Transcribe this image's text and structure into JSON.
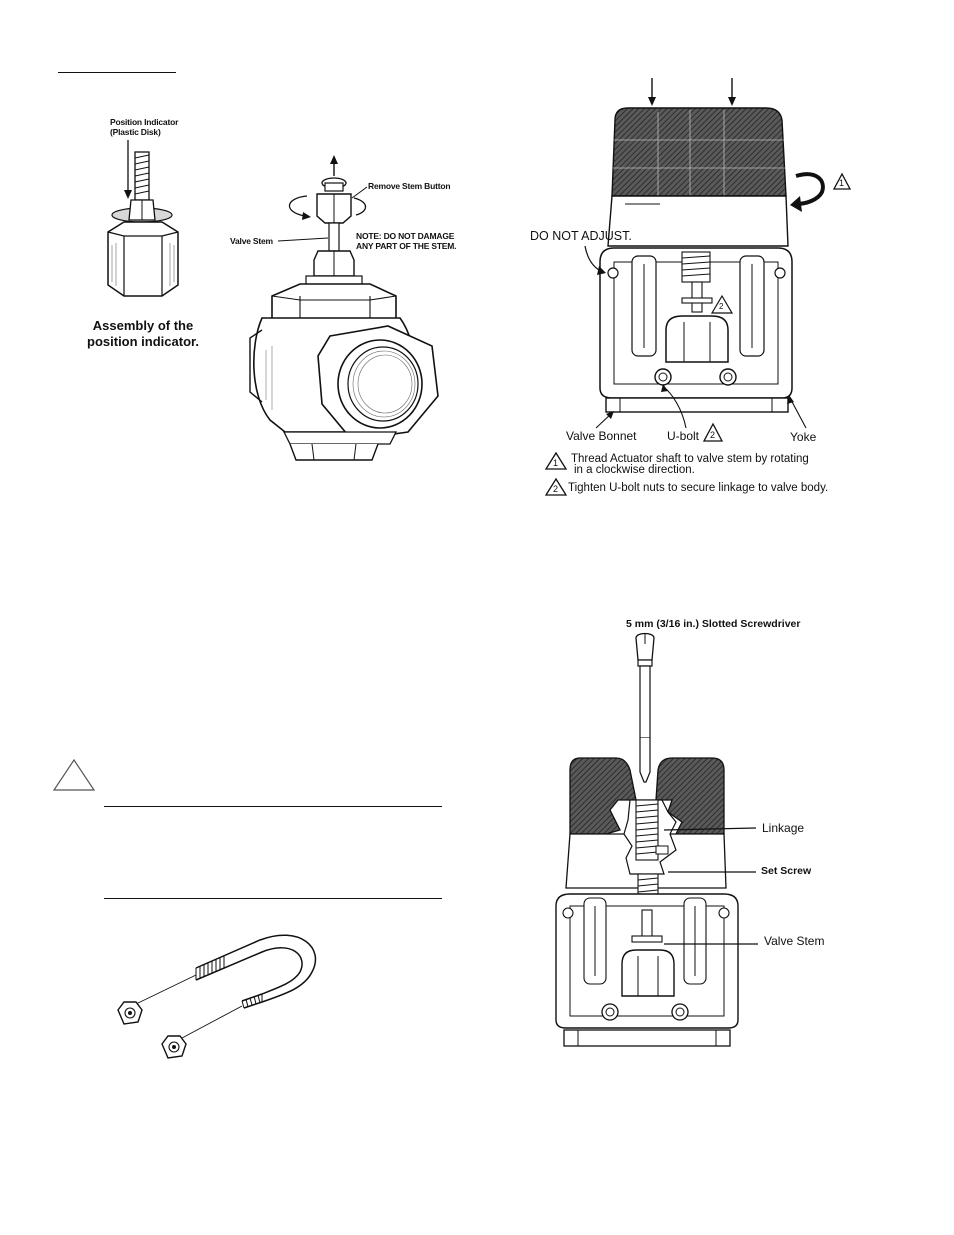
{
  "fig_pos_indicator": {
    "label_line1": "Position Indicator",
    "label_line2": "(Plastic Disk)",
    "caption_line1": "Assembly of the",
    "caption_line2": "position indicator."
  },
  "fig_valve": {
    "remove_stem_button": "Remove Stem Button",
    "valve_stem": "Valve Stem",
    "note_line1": "NOTE: DO NOT DAMAGE",
    "note_line2": "ANY PART OF THE STEM."
  },
  "fig_actuator": {
    "do_not_adjust": "DO NOT ADJUST.",
    "valve_bonnet": "Valve Bonnet",
    "u_bolt": "U-bolt",
    "yoke": "Yoke",
    "mark_1": "1",
    "mark_2": "2",
    "note1_line1": "Thread Actuator shaft to valve stem by rotating",
    "note1_line2": "in a clockwise direction.",
    "note2": "Tighten U-bolt nuts to secure linkage to valve body."
  },
  "fig_screwdriver": {
    "screwdriver": "5 mm (3/16 in.) Slotted Screwdriver",
    "linkage": "Linkage",
    "set_screw": "Set Screw",
    "valve_stem": "Valve Stem"
  },
  "colors": {
    "ink": "#111111",
    "hatch": "#4a4a4a",
    "paper": "#ffffff"
  }
}
